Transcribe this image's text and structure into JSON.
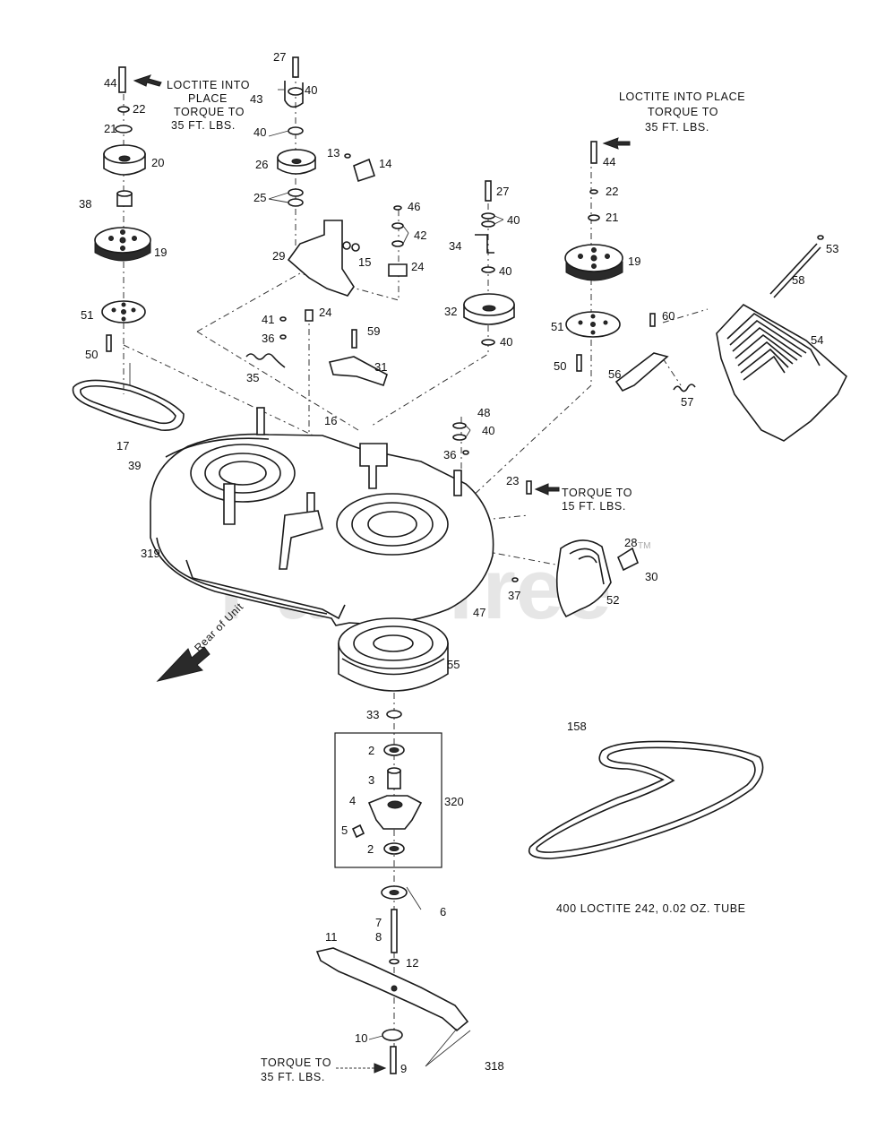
{
  "watermark": {
    "text": "PartsTree",
    "tm": "TM"
  },
  "annotations": {
    "loctite_left_1": "LOCTITE INTO",
    "loctite_left_2": "PLACE",
    "loctite_left_3": "TORQUE TO",
    "loctite_left_4": "35 FT. LBS.",
    "loctite_right_1": "LOCTITE INTO PLACE",
    "loctite_right_2": "TORQUE TO",
    "loctite_right_3": "35 FT. LBS.",
    "torque_mid_1": "TORQUE TO",
    "torque_mid_2": "15 FT. LBS.",
    "torque_bottom_1": "TORQUE TO",
    "torque_bottom_2": "35 FT. LBS.",
    "rear_of_unit": "Rear of Unit",
    "loctite_tube": "400  LOCTITE 242, 0.02 OZ. TUBE"
  },
  "callouts": [
    {
      "id": "c44a",
      "text": "44"
    },
    {
      "id": "c22a",
      "text": "22"
    },
    {
      "id": "c21a",
      "text": "21"
    },
    {
      "id": "c20",
      "text": "20"
    },
    {
      "id": "c38",
      "text": "38"
    },
    {
      "id": "c19a",
      "text": "19"
    },
    {
      "id": "c51a",
      "text": "51"
    },
    {
      "id": "c50a",
      "text": "50"
    },
    {
      "id": "c17",
      "text": "17"
    },
    {
      "id": "c39",
      "text": "39"
    },
    {
      "id": "c319",
      "text": "319"
    },
    {
      "id": "c27a",
      "text": "27"
    },
    {
      "id": "c43",
      "text": "43"
    },
    {
      "id": "c40a",
      "text": "40"
    },
    {
      "id": "c40b",
      "text": "40"
    },
    {
      "id": "c26",
      "text": "26"
    },
    {
      "id": "c25",
      "text": "25"
    },
    {
      "id": "c13",
      "text": "13"
    },
    {
      "id": "c14",
      "text": "14"
    },
    {
      "id": "c29",
      "text": "29"
    },
    {
      "id": "c15",
      "text": "15"
    },
    {
      "id": "c41",
      "text": "41"
    },
    {
      "id": "c36a",
      "text": "36"
    },
    {
      "id": "c24a",
      "text": "24"
    },
    {
      "id": "c35",
      "text": "35"
    },
    {
      "id": "c16",
      "text": "16"
    },
    {
      "id": "c59",
      "text": "59"
    },
    {
      "id": "c31",
      "text": "31"
    },
    {
      "id": "c46",
      "text": "46"
    },
    {
      "id": "c42",
      "text": "42"
    },
    {
      "id": "c24b",
      "text": "24"
    },
    {
      "id": "c27b",
      "text": "27"
    },
    {
      "id": "c40c",
      "text": "40"
    },
    {
      "id": "c34",
      "text": "34"
    },
    {
      "id": "c40d",
      "text": "40"
    },
    {
      "id": "c32",
      "text": "32"
    },
    {
      "id": "c40e",
      "text": "40"
    },
    {
      "id": "c48",
      "text": "48"
    },
    {
      "id": "c40f",
      "text": "40"
    },
    {
      "id": "c36b",
      "text": "36"
    },
    {
      "id": "c23",
      "text": "23"
    },
    {
      "id": "c44b",
      "text": "44"
    },
    {
      "id": "c22b",
      "text": "22"
    },
    {
      "id": "c21b",
      "text": "21"
    },
    {
      "id": "c19b",
      "text": "19"
    },
    {
      "id": "c51b",
      "text": "51"
    },
    {
      "id": "c50b",
      "text": "50"
    },
    {
      "id": "c60",
      "text": "60"
    },
    {
      "id": "c56",
      "text": "56"
    },
    {
      "id": "c57",
      "text": "57"
    },
    {
      "id": "c53",
      "text": "53"
    },
    {
      "id": "c58",
      "text": "58"
    },
    {
      "id": "c54",
      "text": "54"
    },
    {
      "id": "c28",
      "text": "28"
    },
    {
      "id": "c30",
      "text": "30"
    },
    {
      "id": "c52",
      "text": "52"
    },
    {
      "id": "c37",
      "text": "37"
    },
    {
      "id": "c47",
      "text": "47"
    },
    {
      "id": "c55",
      "text": "55"
    },
    {
      "id": "c33",
      "text": "33"
    },
    {
      "id": "c2a",
      "text": "2"
    },
    {
      "id": "c3",
      "text": "3"
    },
    {
      "id": "c4",
      "text": "4"
    },
    {
      "id": "c5",
      "text": "5"
    },
    {
      "id": "c2b",
      "text": "2"
    },
    {
      "id": "c320",
      "text": "320"
    },
    {
      "id": "c6",
      "text": "6"
    },
    {
      "id": "c7",
      "text": "7"
    },
    {
      "id": "c8",
      "text": "8"
    },
    {
      "id": "c11",
      "text": "11"
    },
    {
      "id": "c12",
      "text": "12"
    },
    {
      "id": "c10",
      "text": "10"
    },
    {
      "id": "c9",
      "text": "9"
    },
    {
      "id": "c318",
      "text": "318"
    },
    {
      "id": "c158",
      "text": "158"
    }
  ]
}
